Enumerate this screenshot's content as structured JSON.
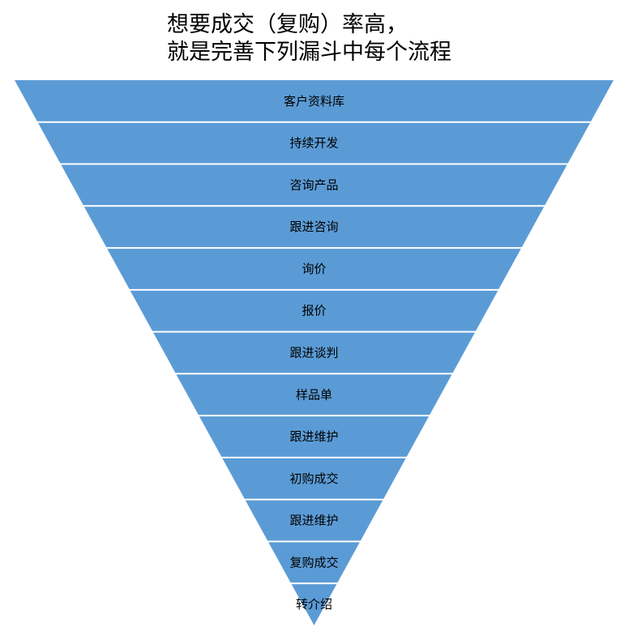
{
  "title": {
    "line1": "想要成交（复购）率高，",
    "line2": "就是完善下列漏斗中每个流程"
  },
  "funnel": {
    "color": "#5B9BD5",
    "stages": [
      "客户资料库",
      "持续开发",
      "咨询产品",
      "跟进咨询",
      "询价",
      "报价",
      "跟进谈判",
      "样品单",
      "跟进维护",
      "初购成交",
      "跟进维护",
      "复购成交",
      "转介绍"
    ]
  }
}
